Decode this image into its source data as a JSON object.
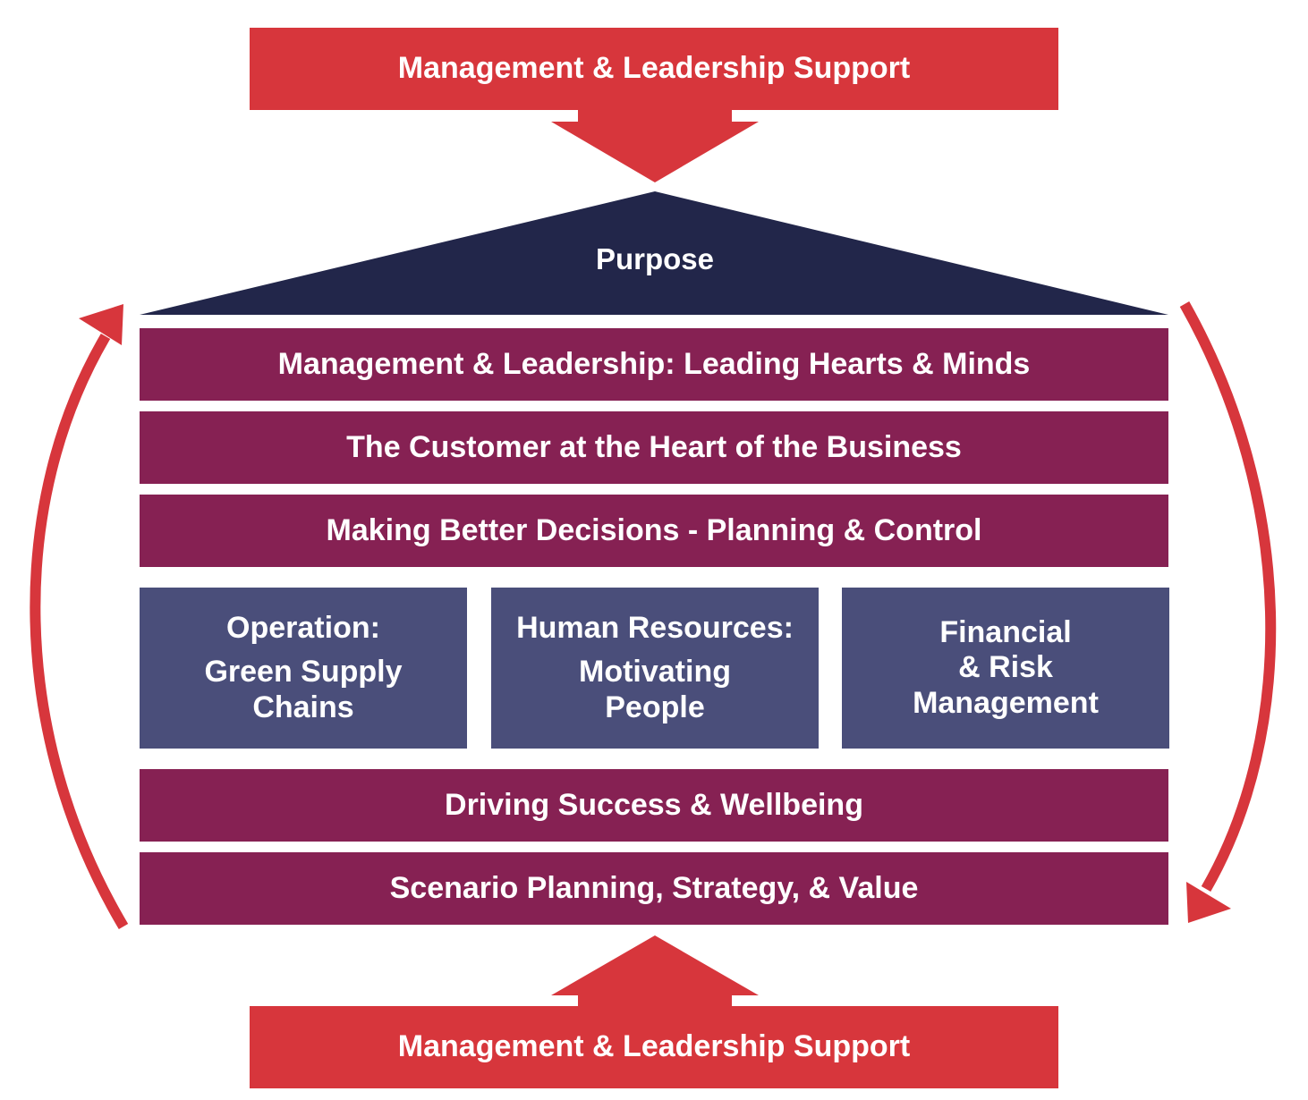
{
  "colors": {
    "support_red": "#d7363c",
    "purpose_navy": "#22264a",
    "layer_plum": "#862153",
    "pillar_slate": "#4a4e7a",
    "background": "#ffffff"
  },
  "top_support": {
    "label": "Management & Leadership Support"
  },
  "roof": {
    "label": "Purpose"
  },
  "layers_upper": [
    {
      "label": "Management & Leadership: Leading Hearts & Minds"
    },
    {
      "label": "The Customer at the Heart of the Business"
    },
    {
      "label": "Making Better Decisions - Planning & Control"
    }
  ],
  "pillars": [
    {
      "heading": "Operation:",
      "line1": "Green Supply",
      "line2": "Chains"
    },
    {
      "heading": "Human Resources:",
      "line1": "Motivating",
      "line2": "People"
    },
    {
      "line1": "Financial",
      "line2": "& Risk",
      "line3": "Management"
    }
  ],
  "layers_lower": [
    {
      "label": "Driving Success & Wellbeing"
    },
    {
      "label": "Scenario Planning, Strategy, & Value"
    }
  ],
  "bottom_support": {
    "label": "Management & Leadership Support"
  },
  "cycle_arrows": {
    "left": "arrow-up-icon",
    "right": "arrow-down-icon"
  }
}
